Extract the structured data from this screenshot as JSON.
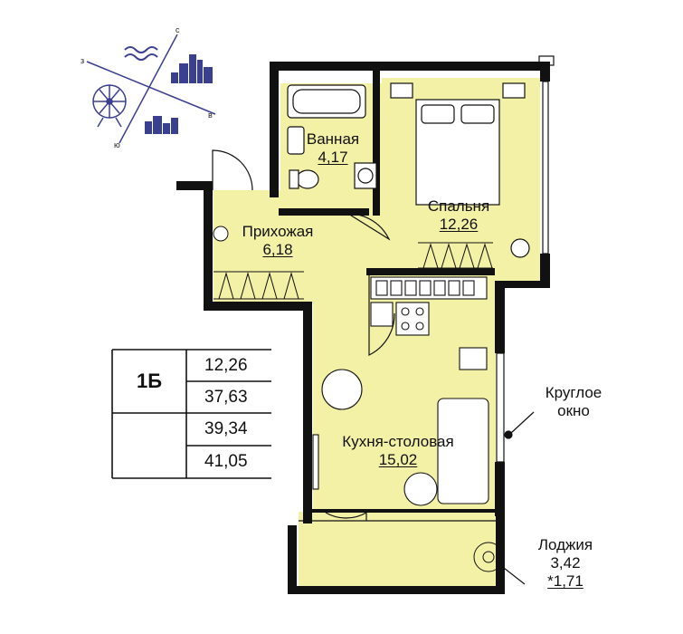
{
  "plan": {
    "rooms": [
      {
        "id": "bathroom",
        "name": "Ванная",
        "area": "4,17"
      },
      {
        "id": "bedroom",
        "name": "Спальня",
        "area": "12,26"
      },
      {
        "id": "hallway",
        "name": "Прихожая",
        "area": "6,18"
      },
      {
        "id": "kitchen",
        "name": "Кухня-столовая",
        "area": "15,02"
      }
    ],
    "loggia": {
      "name": "Лоджия",
      "area": "3,42",
      "reduced_area": "*1,71"
    },
    "round_window": {
      "line1": "Круглое",
      "line2": "окно"
    }
  },
  "summary": {
    "apartment_type": "1Б",
    "living_area": "12,26",
    "total_area": "37,63",
    "area_with_loggia": "39,34",
    "area_full_loggia": "41,05"
  },
  "compass": {
    "north": "с",
    "west": "з",
    "east": "в",
    "south": "ю"
  },
  "icons": [
    "water-waves-icon",
    "city-skyline-icon",
    "ferris-wheel-icon",
    "low-buildings-icon"
  ],
  "colors": {
    "room_fill": "#f3f1a6",
    "wall": "#111111",
    "accent": "#3a3f8f"
  }
}
